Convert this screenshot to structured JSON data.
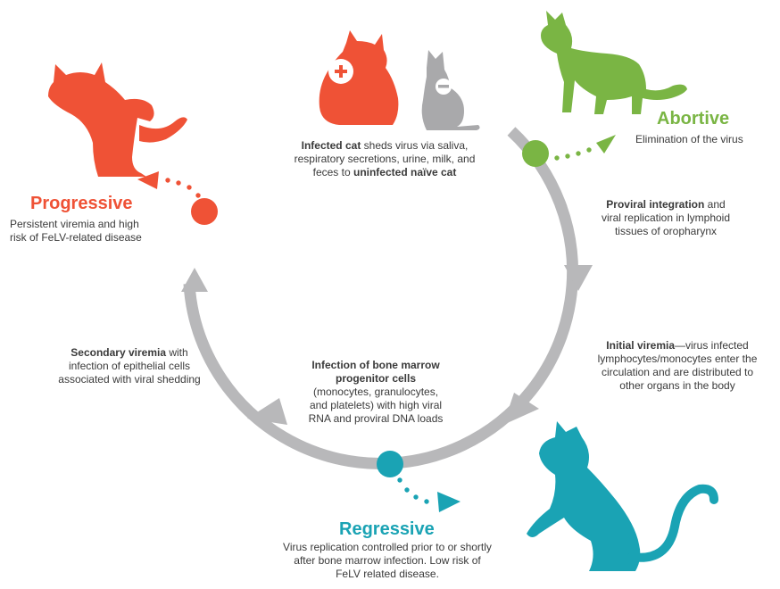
{
  "colors": {
    "progressive": "#ef5236",
    "abortive": "#7ab544",
    "regressive": "#1aa3b4",
    "cycle": "#b8b8ba",
    "neutral": "#a9a9ab"
  },
  "icons": [
    "infected-cat-plus-icon",
    "uninfected-cat-minus-icon",
    "abortive-cat-icon",
    "progressive-cat-icon",
    "regressive-cat-icon"
  ],
  "center": {
    "bold": "Infected cat",
    "line1_rest": " sheds virus via saliva,",
    "line2": "respiratory secretions, urine, milk, and",
    "line3_pre": "feces to ",
    "line3_bold": "uninfected naïve cat"
  },
  "abortive": {
    "title": "Abortive",
    "desc": "Elimination of the virus"
  },
  "proviral": {
    "bold": "Proviral integration",
    "rest1": " and",
    "line2": "viral replication in lymphoid",
    "line3": "tissues of oropharynx"
  },
  "initial": {
    "bold": "Initial viremia",
    "rest1": "—virus infected",
    "line2": "lymphocytes/monocytes enter the",
    "line3": "circulation and are distributed to",
    "line4": "other organs in the body"
  },
  "bone": {
    "bold1": "Infection of bone marrow",
    "bold2": "progenitor cells",
    "line3": "(monocytes, granulocytes,",
    "line4": "and platelets) with high viral",
    "line5": "RNA and proviral DNA loads"
  },
  "secondary": {
    "bold": "Secondary viremia",
    "rest1": " with",
    "line2": "infection of epithelial cells",
    "line3": "associated with viral shedding"
  },
  "progressive": {
    "title": "Progressive",
    "line1": "Persistent viremia and high",
    "line2": "risk of FeLV-related disease"
  },
  "regressive": {
    "title": "Regressive",
    "line1": "Virus replication controlled prior to or shortly",
    "line2": "after bone marrow infection. Low risk of",
    "line3": "FeLV related disease."
  }
}
